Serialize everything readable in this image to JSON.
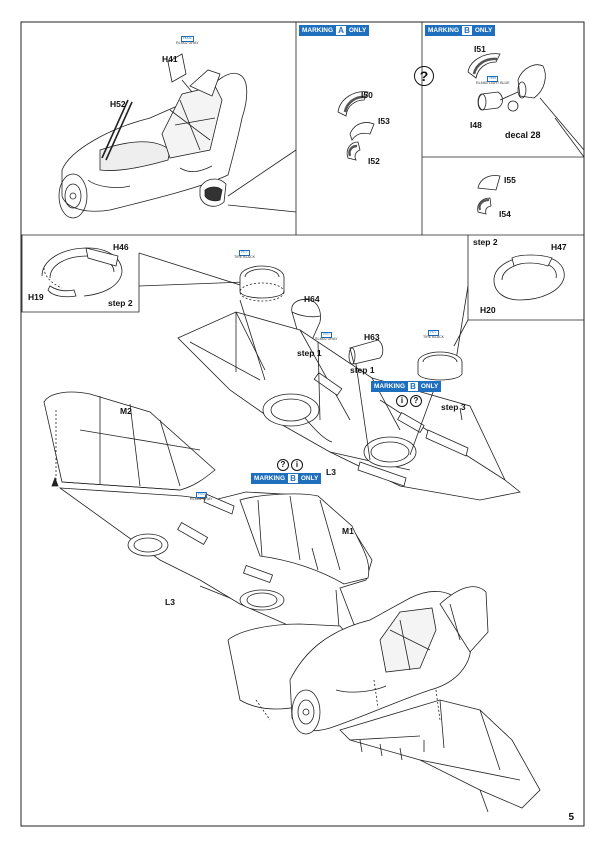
{
  "labels": {
    "h41": "H41",
    "h52": "H52",
    "i50": "I50",
    "i53": "I53",
    "i52": "I52",
    "i51": "I51",
    "i48": "I48",
    "decal28": "decal 28",
    "i55": "I55",
    "i54": "I54",
    "h46": "H46",
    "h19": "H19",
    "step2_left": "step 2",
    "step2_right": "step 2",
    "h47": "H47",
    "h20": "H20",
    "h64": "H64",
    "h63": "H63",
    "step1_a": "step 1",
    "step1_b": "step 1",
    "step3": "step 3",
    "l3_a": "L3",
    "l3_b": "L3",
    "m2": "M2",
    "m1": "M1"
  },
  "markings": {
    "a_prefix": "MARKING",
    "a_letter": "A",
    "a_suffix": "ONLY",
    "b_prefix": "MARKING",
    "b_letter": "B",
    "b_suffix": "ONLY"
  },
  "symbols": {
    "question": "?",
    "info": "i"
  },
  "colors": {
    "c1_code": "H003",
    "c1_name": "RLM02 GRAY",
    "c2_code": "H90",
    "c2_name": "RLM65 LIGHT BLUE",
    "c3_code": "H77",
    "c3_name": "TIRE BLACK",
    "c4_code": "H70",
    "c4_name": "RLM02 GRAY",
    "c5_code": "H77",
    "c5_name": "TIRE BLACK",
    "c6_code": "H70",
    "c6_name": "RLM02 GRAY",
    "accent": "#1f6fbf"
  },
  "page_number": "5"
}
